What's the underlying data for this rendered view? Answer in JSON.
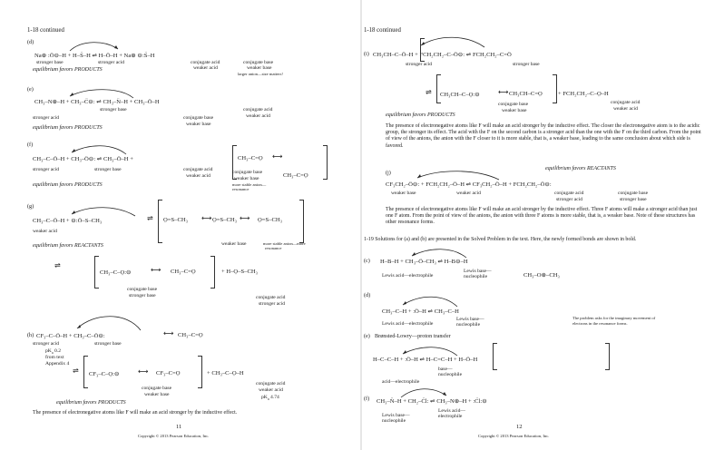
{
  "left": {
    "header": "1-18 continued",
    "d": {
      "tag": "(d)",
      "eq": "Na⊕ :Ö⊖–H  +  H–S̈–H  ⇌  H–Ö–H  +  Na⊕ ⊖:S̈–H",
      "l1": "stronger base",
      "l2": "stronger acid",
      "l3": "conjugate acid",
      "l3b": "weaker acid",
      "l4": "conjugate base",
      "l4b": "weaker base",
      "l4c": "larger anion—size matters!",
      "fav": "equilibrium favors PRODUCTS"
    },
    "e": {
      "tag": "(e)",
      "eq": "CH₃–N⊕–H  +  CH₃–C̈⊖:  ⇌  CH₃–N̈–H  +  CH₃–Ö–H",
      "l1": "stronger acid",
      "l2": "stronger base",
      "l3": "conjugate base",
      "l3b": "weaker base",
      "l4": "conjugate acid",
      "l4b": "weaker acid",
      "fav": "equilibrium favors PRODUCTS"
    },
    "f": {
      "tag": "(f)",
      "eq": "CH₃–C–Ö–H  +  CH₃–Ö⊖:  ⇌  CH₃–Ö–H  +",
      "l1": "stronger acid",
      "l2": "stronger base",
      "l3": "conjugate acid",
      "l3b": "weaker acid",
      "l4": "conjugate base",
      "l4b": "weaker base",
      "l4c": "more stable anion—",
      "l4d": "resonance",
      "fav": "equilibrium favors PRODUCTS"
    },
    "g": {
      "tag": "(g)",
      "eq": "CH₃–C–Ö–H  +  ⊖:Ö–S–CH₃",
      "l1": "weaker acid",
      "l2": "weaker base",
      "l3": "more stable anion—more",
      "l3b": "resonance",
      "fav": "equilibrium favors REACTANTS",
      "l5": "conjugate base",
      "l5b": "stronger base",
      "l6": "conjugate acid",
      "l6b": "stronger acid"
    },
    "h": {
      "tag": "(h)",
      "eq": "CF₃–C–Ö–H  +  CH₃–C–Ö⊖:",
      "l1": "stronger acid",
      "l1b": "pK",
      "l1c": "a",
      "l1d": " 0.2",
      "l1e": "from text",
      "l1f": "Appendix 4",
      "l2": "stronger base",
      "l3": "conjugate base",
      "l3b": "weaker base",
      "l4": "conjugate acid",
      "l4b": "weaker acid",
      "l4c": "pK",
      "l4d": "a",
      "l4e": " 4.74",
      "fav": "equilibrium favors PRODUCTS",
      "note": "The presence of electronegative atoms like F will make an acid stronger by the inductive effect."
    },
    "page_number": "11",
    "footer": "Copyright © 2013 Pearson Education, Inc."
  },
  "right": {
    "header": "1-18 continued",
    "i": {
      "tag": "(i)",
      "eq": "CH₃CH–C–Ö–H  +  FCH₂CH₂–C–Ö⊖:  ⇌  FCH₂CH₂–C=Ö",
      "l1": "stronger acid",
      "l2": "stronger base",
      "l3": "conjugate base",
      "l3b": "weaker base",
      "l4": "conjugate acid",
      "l4b": "weaker acid",
      "fav": "equilibrium favors PRODUCTS",
      "note": "The presence of electronegative atoms like F will make an acid stronger by the inductive effect. The closer the electronegative atom is to the acidic group, the stronger its effect. The acid with the F on the second carbon is a stronger acid than the one with the F on the third carbon. From the point of view of the anions, the anion with the F closer to it is more stable, that is, a weaker base, leading to the same conclusion about which side is favored."
    },
    "j": {
      "tag": "(j)",
      "fav": "equilibrium favors REACTANTS",
      "eq": "CF₃CH₂–Ö⊖:  +  FCH₂CH₂–Ö–H  ⇌  CF₃CH₂–Ö–H  +  FCH₂CH₂–Ö⊖:",
      "l1": "weaker base",
      "l2": "weaker acid",
      "l3": "conjugate acid",
      "l3b": "stronger acid",
      "l4": "conjugate base",
      "l4b": "stronger base",
      "note": "The presence of electronegative atoms like F will make an acid stronger by the inductive effect. Three F atoms will make a stronger acid than just one F atom. From the point of view of the anions, the anion with three F atoms is more stable, that is, a weaker base. Note of these structures has other resonance forms."
    },
    "q19": {
      "intro": "1-19  Solutions for (a) and (b) are presented in the Solved Problem in the text. Here, the newly formed bonds are shown in bold.",
      "c_tag": "(c)",
      "c_eq": "H–B–H  +  CH₃–Ö–CH₃  ⇌  H–B⊖–H",
      "c_prod": "CH₃–O⊕–CH₃",
      "c_l1": "Lewis acid—electrophile",
      "c_l2": "Lewis base—",
      "c_l2b": "nucleophile",
      "d_tag": "(d)",
      "d_eq": "CH₃–C–H  +  :Ö–H  ⇌  CH₃–C–H",
      "d_l1": "Lewis acid—electrophile",
      "d_l2": "Lewis base—",
      "d_l2b": "nucleophile",
      "d_note": "The problem asks for the imaginary movement of electrons in the resonance forms.",
      "e_tag": "(e)",
      "e_title": "Brønsted-Lowry—proton transfer",
      "e_eq": "H–C–C–H  +  :Ö–H  ⇌  H–C=C–H  +  H–Ö–H",
      "e_l1": "acid—electrophile",
      "e_l2": "base—",
      "e_l2b": "nucleophile",
      "f_tag": "(f)",
      "f_eq": "CH₃–N̈–H  +  CH₂–C̈l:  ⇌  CH₃–N⊕–H  +  :C̈l:⊖",
      "f_l1": "Lewis base—",
      "f_l1b": "nucleophile",
      "f_l2": "Lewis acid—",
      "f_l2b": "electrophile"
    },
    "page_number": "12",
    "footer": "Copyright © 2013 Pearson Education, Inc."
  }
}
